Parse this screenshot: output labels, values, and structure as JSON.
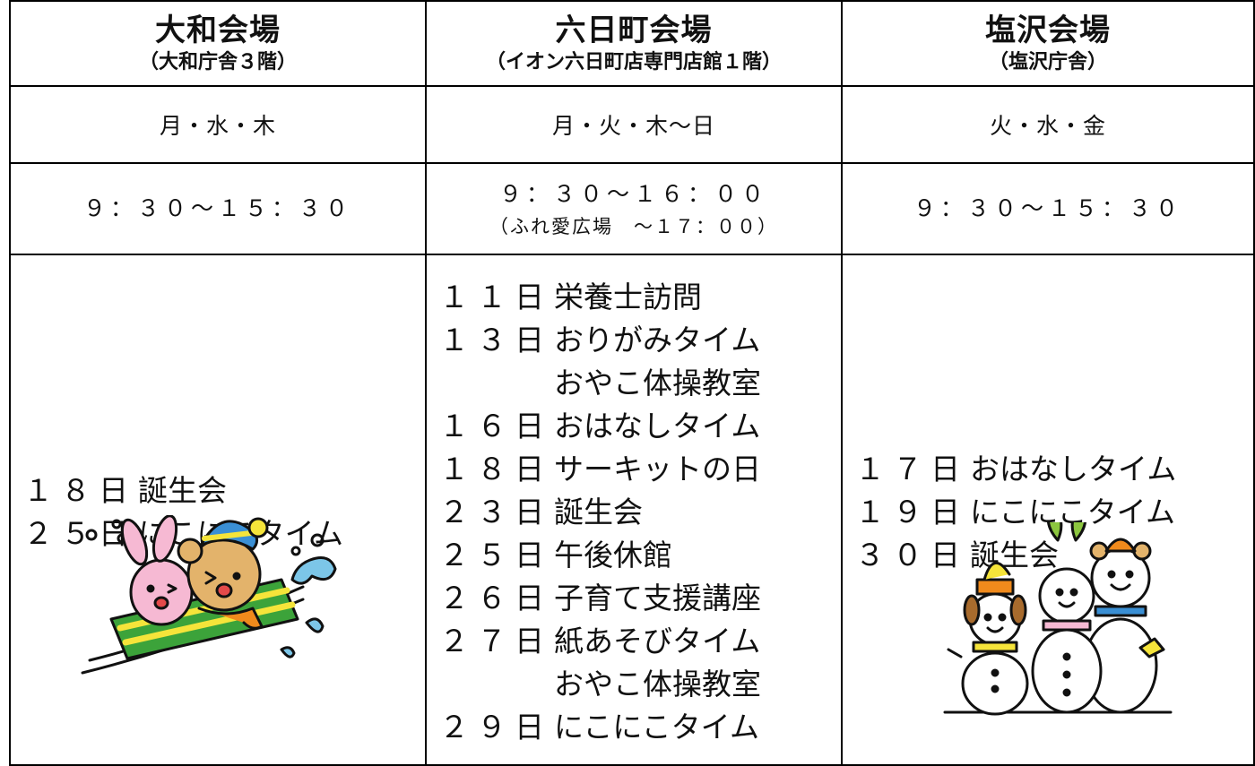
{
  "venues": [
    {
      "name": "大和会場",
      "place": "（大和庁舎３階）",
      "days": "月・水・木",
      "hours": "９：３０～１５：３０",
      "hours_note": "",
      "events": [
        {
          "date": "１８日",
          "name": "誕生会"
        },
        {
          "date": "２５日",
          "name": "にこにこタイム"
        }
      ]
    },
    {
      "name": "六日町会場",
      "place": "（イオン六日町店専門店館１階）",
      "days": "月・火・木～日",
      "hours": "９：３０～１６：００",
      "hours_note": "（ふれ愛広場　～１７：００）",
      "events": [
        {
          "date": "１１日",
          "name": "栄養士訪問"
        },
        {
          "date": "１３日",
          "name": "おりがみタイム"
        },
        {
          "date": "",
          "name": "おやこ体操教室"
        },
        {
          "date": "１６日",
          "name": "おはなしタイム"
        },
        {
          "date": "１８日",
          "name": "サーキットの日"
        },
        {
          "date": "２３日",
          "name": "誕生会"
        },
        {
          "date": "２５日",
          "name": "午後休館"
        },
        {
          "date": "２６日",
          "name": "子育て支援講座"
        },
        {
          "date": "２７日",
          "name": "紙あそびタイム"
        },
        {
          "date": "",
          "name": "おやこ体操教室"
        },
        {
          "date": "２９日",
          "name": "にこにこタイム"
        }
      ]
    },
    {
      "name": "塩沢会場",
      "place": "（塩沢庁舎）",
      "days": "火・水・金",
      "hours": "９：３０～１５：３０",
      "hours_note": "",
      "events": [
        {
          "date": "１７日",
          "name": "おはなしタイム"
        },
        {
          "date": "１９日",
          "name": "にこにこタイム"
        },
        {
          "date": "３０日",
          "name": "誕生会"
        }
      ]
    }
  ],
  "illustrations": {
    "left": "sledding-bunny-bear-illustration",
    "right": "snowmen-with-animal-hats-illustration"
  },
  "colors": {
    "border": "#000000",
    "text": "#111111",
    "sled_green": "#3ca33a",
    "sled_yellow": "#f5e43a",
    "bunny_pink": "#f6b9d3",
    "bear_tan": "#e3b36b",
    "hat_blue": "#3a8fd4",
    "hat_orange": "#f08a1c",
    "splash_blue": "#7cc6e8"
  }
}
